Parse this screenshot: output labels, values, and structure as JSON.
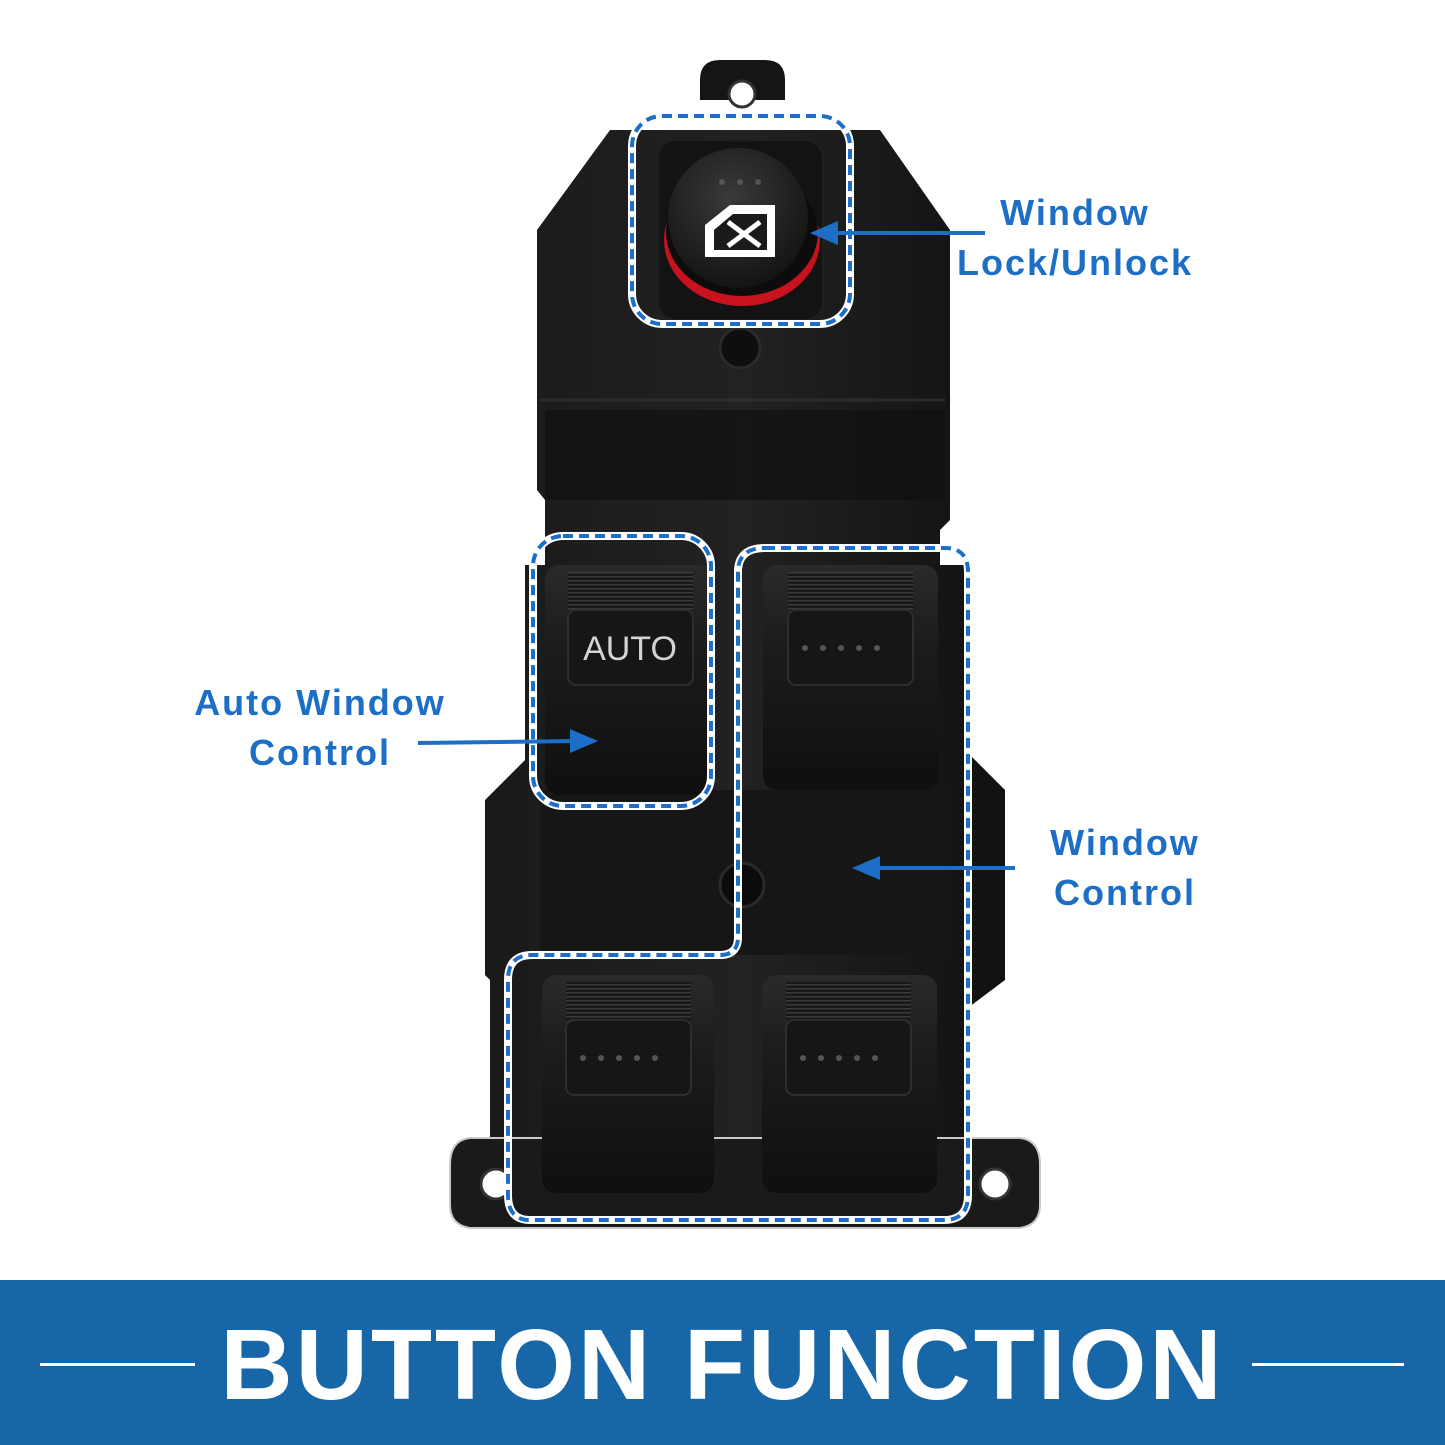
{
  "callouts": {
    "window_lock": [
      "Window",
      "Lock/Unlock"
    ],
    "auto_window": [
      "Auto Window",
      "Control"
    ],
    "window_control": [
      "Window",
      "Control"
    ]
  },
  "switch": {
    "auto_label": "AUTO"
  },
  "banner": {
    "title": "BUTTON FUNCTION"
  },
  "colors": {
    "accent_blue": "#1d6ec6",
    "banner_blue": "#1767a8",
    "body_black": "#141414",
    "lock_ring_red": "#c8121e"
  }
}
